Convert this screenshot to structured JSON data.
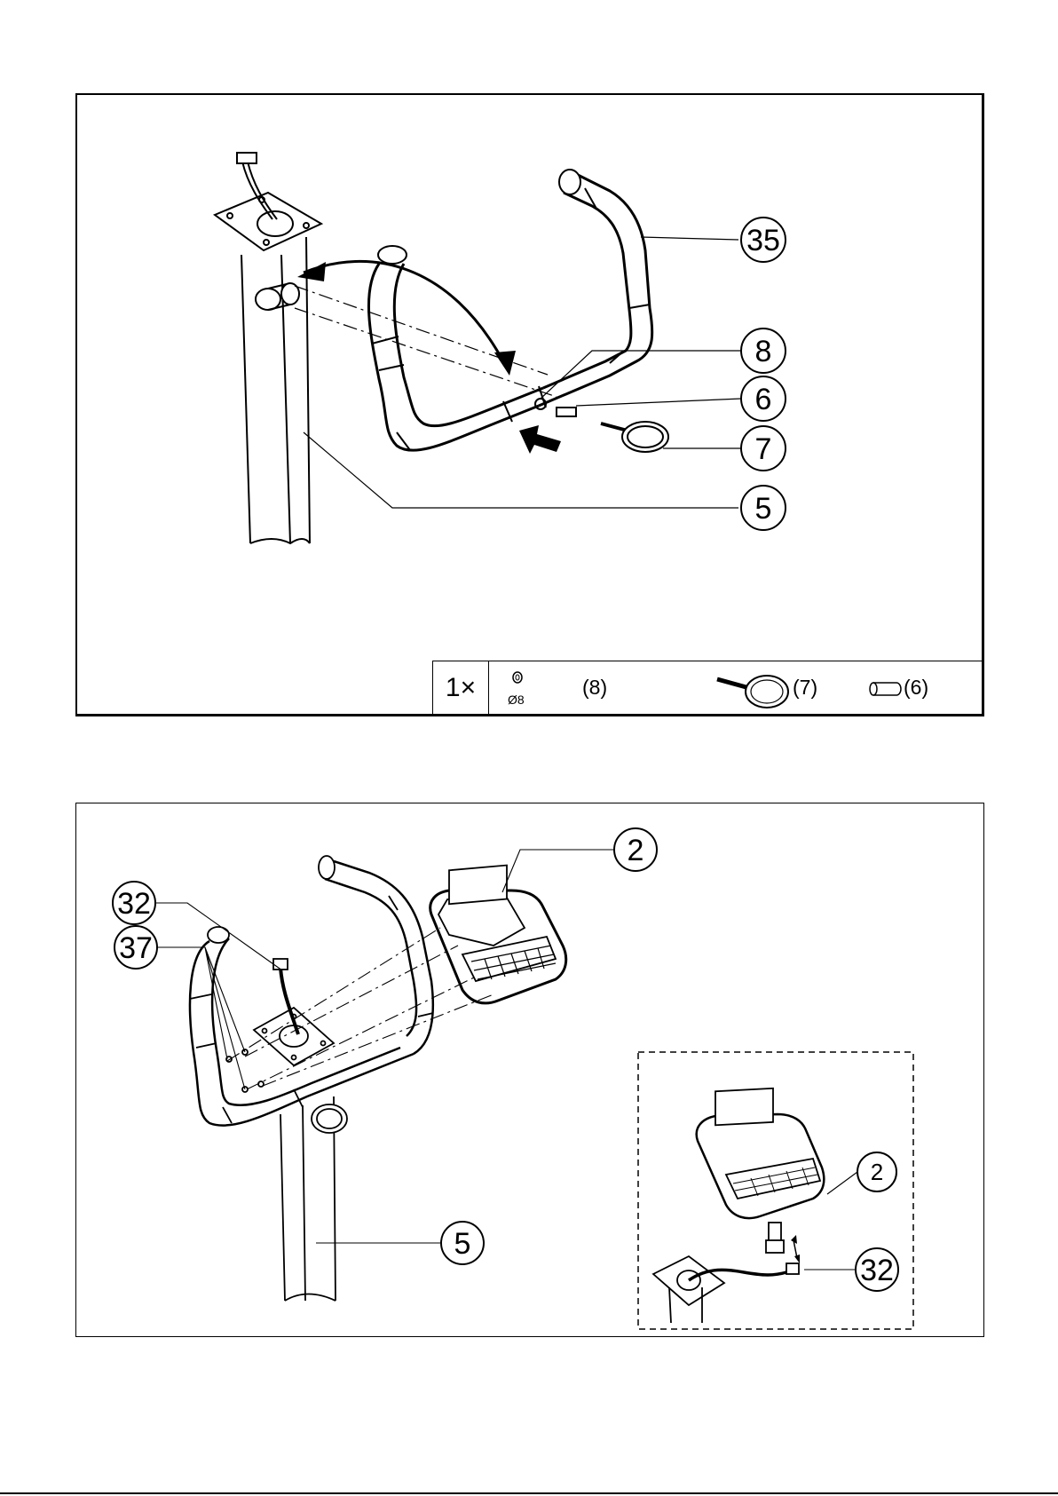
{
  "top_panel": {
    "callouts": [
      "35",
      "8",
      "6",
      "7",
      "5"
    ],
    "parts": {
      "quantity": "1",
      "quantity_symbol": "×",
      "washer_size": "Ø8",
      "washer_label": "(8)",
      "knob_label": "(7)",
      "spacer_label": "(6)"
    }
  },
  "bottom_panel": {
    "callouts": [
      "2",
      "32",
      "37",
      "5"
    ],
    "inset_callouts": [
      "2",
      "32"
    ]
  }
}
